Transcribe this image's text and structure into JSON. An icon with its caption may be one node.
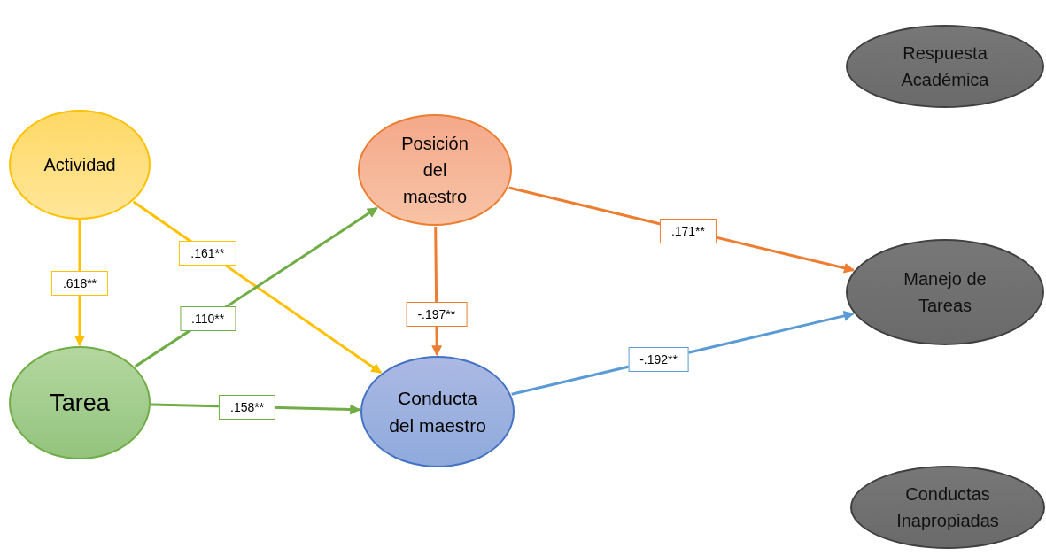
{
  "diagram": {
    "nodes": [
      {
        "text": [
          "Actividad"
        ]
      },
      {
        "text": [
          "Tarea"
        ]
      },
      {
        "text": [
          "Posición del maestro"
        ]
      },
      {
        "text": [
          "Conducta del maestro"
        ]
      },
      {
        "text": [
          "Respuesta Académica"
        ]
      },
      {
        "text": [
          "Manejo de Tareas"
        ]
      },
      {
        "text": [
          "Conductas Inapropiadas"
        ]
      }
    ],
    "edges": [
      {
        "from": 0,
        "to": 1,
        "arrow": "to",
        "label": ".618**",
        "color": "#ffc000"
      },
      {
        "from": 0,
        "to": 3,
        "arrow": "to",
        "label": ".161**",
        "color": "#ffc000"
      },
      {
        "from": 1,
        "to": 2,
        "arrow": "to",
        "label": ".110**",
        "color": "#70ad47"
      },
      {
        "from": 1,
        "to": 3,
        "arrow": "to",
        "label": ".158**",
        "color": "#70ad47"
      },
      {
        "from": 2,
        "to": 3,
        "arrow": "to",
        "label": "-.197**",
        "color": "#ed7d31"
      },
      {
        "from": 2,
        "to": 5,
        "arrow": "to",
        "label": ".171**",
        "color": "#ed7d31"
      },
      {
        "from": 3,
        "to": 5,
        "arrow": "to",
        "label": "-.192**",
        "color": "#5b9bd5"
      }
    ]
  }
}
